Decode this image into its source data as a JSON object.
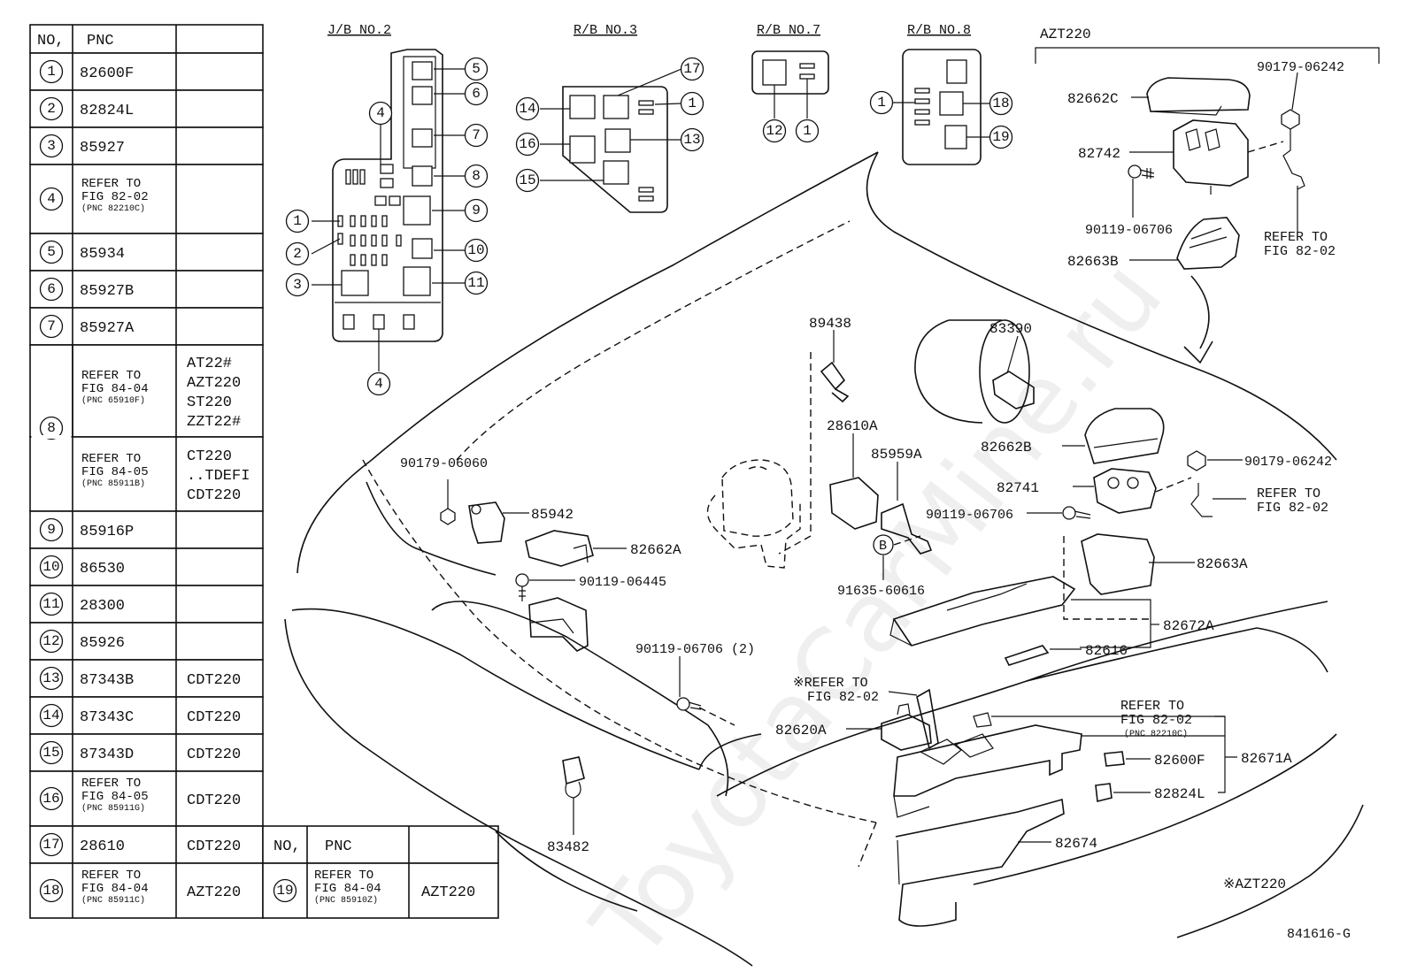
{
  "watermark": "ToyotaCarMine.ru",
  "table": {
    "headers": [
      "NO,",
      "PNC",
      ""
    ],
    "rows": [
      {
        "no": "1",
        "pnc": [
          "82600F"
        ],
        "model": []
      },
      {
        "no": "2",
        "pnc": [
          "82824L"
        ],
        "model": []
      },
      {
        "no": "3",
        "pnc": [
          "85927"
        ],
        "model": []
      },
      {
        "no": "4",
        "pnc": [
          "REFER TO",
          "FIG 82-02",
          "(PNC 82210C)"
        ],
        "model": []
      },
      {
        "no": "5",
        "pnc": [
          "85934"
        ],
        "model": []
      },
      {
        "no": "6",
        "pnc": [
          "85927B"
        ],
        "model": []
      },
      {
        "no": "7",
        "pnc": [
          "85927A"
        ],
        "model": []
      },
      {
        "no": "8",
        "pnc": [
          "REFER TO",
          "FIG 84-04",
          "(PNC 65910F)"
        ],
        "model": [
          "AT22#",
          "AZT220",
          "ST220",
          "ZZT22#"
        ]
      },
      {
        "no": "",
        "pnc": [
          "REFER TO",
          "FIG 84-05",
          "(PNC 85911B)"
        ],
        "model": [
          "CT220",
          "..TDEFI",
          "CDT220"
        ]
      },
      {
        "no": "9",
        "pnc": [
          "85916P"
        ],
        "model": []
      },
      {
        "no": "10",
        "pnc": [
          "86530"
        ],
        "model": []
      },
      {
        "no": "11",
        "pnc": [
          "28300"
        ],
        "model": []
      },
      {
        "no": "12",
        "pnc": [
          "85926"
        ],
        "model": []
      },
      {
        "no": "13",
        "pnc": [
          "87343B"
        ],
        "model": [
          "CDT220"
        ]
      },
      {
        "no": "14",
        "pnc": [
          "87343C"
        ],
        "model": [
          "CDT220"
        ]
      },
      {
        "no": "15",
        "pnc": [
          "87343D"
        ],
        "model": [
          "CDT220"
        ]
      },
      {
        "no": "16",
        "pnc": [
          "REFER TO",
          "FIG 84-05",
          "(PNC 85911G)"
        ],
        "model": [
          "CDT220"
        ]
      },
      {
        "no": "17",
        "pnc": [
          "28610"
        ],
        "model": [
          "CDT220"
        ]
      },
      {
        "no": "18",
        "pnc": [
          "REFER TO",
          "FIG 84-04",
          "(PNC 85911C)"
        ],
        "model": [
          "AZT220"
        ]
      }
    ],
    "side_headers": [
      "NO,",
      "PNC",
      ""
    ],
    "side_row": {
      "no": "19",
      "pnc": [
        "REFER TO",
        "FIG 84-04",
        "(PNC 85910Z)"
      ],
      "model": [
        "AZT220"
      ]
    }
  },
  "blocks": {
    "jb2": "J/B NO.2",
    "rb3": "R/B NO.3",
    "rb7": "R/B NO.7",
    "rb8": "R/B NO.8",
    "azt": "AZT220"
  },
  "jb2_callouts": [
    "5",
    "6",
    "7",
    "8",
    "9",
    "10",
    "11",
    "4",
    "1",
    "2",
    "3",
    "4"
  ],
  "rb3_callouts": [
    "17",
    "14",
    "1",
    "16",
    "13",
    "15"
  ],
  "rb7_callouts": [
    "12",
    "1"
  ],
  "rb8_callouts": [
    "1",
    "18",
    "19"
  ],
  "part_labels": {
    "p82662C": "82662C",
    "p90179_06242a": "90179-06242",
    "p82742": "82742",
    "p90119_06706a": "90119-06706",
    "p82663B": "82663B",
    "refer_a1": "REFER TO",
    "refer_a2": "FIG 82-02",
    "p89438": "89438",
    "p83390": "83390",
    "p28610A": "28610A",
    "p85959A": "85959A",
    "p82662B": "82662B",
    "p90179_06242b": "90179-06242",
    "p82741": "82741",
    "refer_b1": "REFER TO",
    "refer_b2": "FIG 82-02",
    "p90119_06706b": "90119-06706",
    "b_mark": "B",
    "p91635_60616": "91635-60616",
    "p82663A": "82663A",
    "p82672A": "82672A",
    "p82616": "82616",
    "p90179_06060": "90179-06060",
    "p85942": "85942",
    "p82662A": "82662A",
    "p90119_06445": "90119-06445",
    "p90119_06706_2": "90119-06706 (2)",
    "refer_c1": "※REFER TO",
    "refer_c2": "FIG 82-02",
    "p82620A": "82620A",
    "refer_d1": "REFER TO",
    "refer_d2": "FIG 82-02",
    "refer_d3": "(PNC 82210C)",
    "p82600F": "82600F",
    "p82671A": "82671A",
    "p82824L": "82824L",
    "p82674": "82674",
    "p83482": "83482",
    "azt_note": "※AZT220",
    "fig_id": "841616-G"
  }
}
